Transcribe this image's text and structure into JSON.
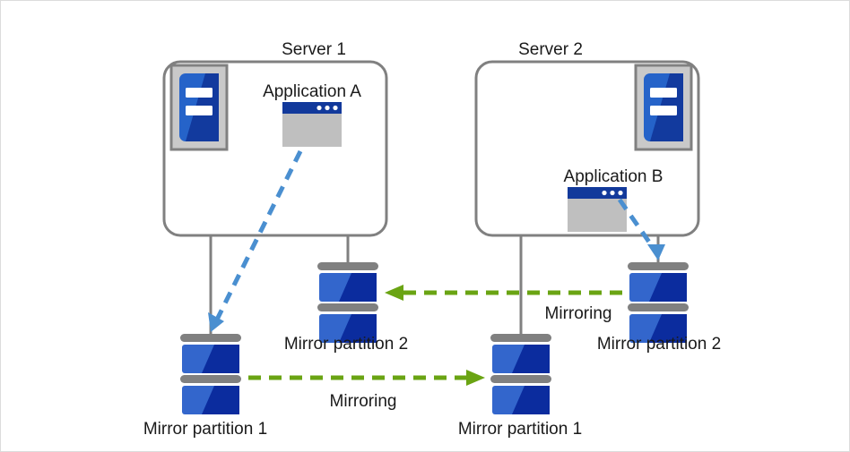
{
  "diagram": {
    "title_hidden": "",
    "colors": {
      "server_box_border": "#808080",
      "connector_line": "#808080",
      "disk_band": "#808080",
      "disk_blue_light": "#3366CC",
      "disk_blue_dark": "#0B2C9E",
      "app_titlebar": "#12399B",
      "app_body": "#BFBFBF",
      "server_icon_frame": "#C9C9C9",
      "server_icon_frame_border": "#808080",
      "server_icon_blue_light": "#2563C9",
      "server_icon_blue_dark": "#123A9E",
      "mirror_arrow_green": "#6AA413",
      "app_arrow_blue": "#4A8FD0",
      "text": "#1a1a1a",
      "page_border": "#dcdcdc",
      "background": "#ffffff"
    },
    "servers": [
      {
        "id": "server-1",
        "label": "Server 1"
      },
      {
        "id": "server-2",
        "label": "Server 2"
      }
    ],
    "applications": [
      {
        "id": "application-a",
        "label": "Application  A"
      },
      {
        "id": "application-b",
        "label": "Application  B"
      }
    ],
    "partitions": [
      {
        "id": "server1-mirror-partition-1",
        "label": "Mirror partition 1"
      },
      {
        "id": "server1-mirror-partition-2",
        "label": "Mirror partition 2"
      },
      {
        "id": "server2-mirror-partition-1",
        "label": "Mirror partition 1"
      },
      {
        "id": "server2-mirror-partition-2",
        "label": "Mirror partition 2"
      }
    ],
    "mirroring_labels": [
      {
        "id": "mirroring-bottom",
        "label": "Mirroring"
      },
      {
        "id": "mirroring-top",
        "label": "Mirroring"
      }
    ],
    "icons": {
      "server_tower": "server-tower-icon",
      "application_window": "application-window-icon",
      "disk_stack": "disk-stack-icon",
      "arrow_head": "arrow-head-icon"
    }
  }
}
